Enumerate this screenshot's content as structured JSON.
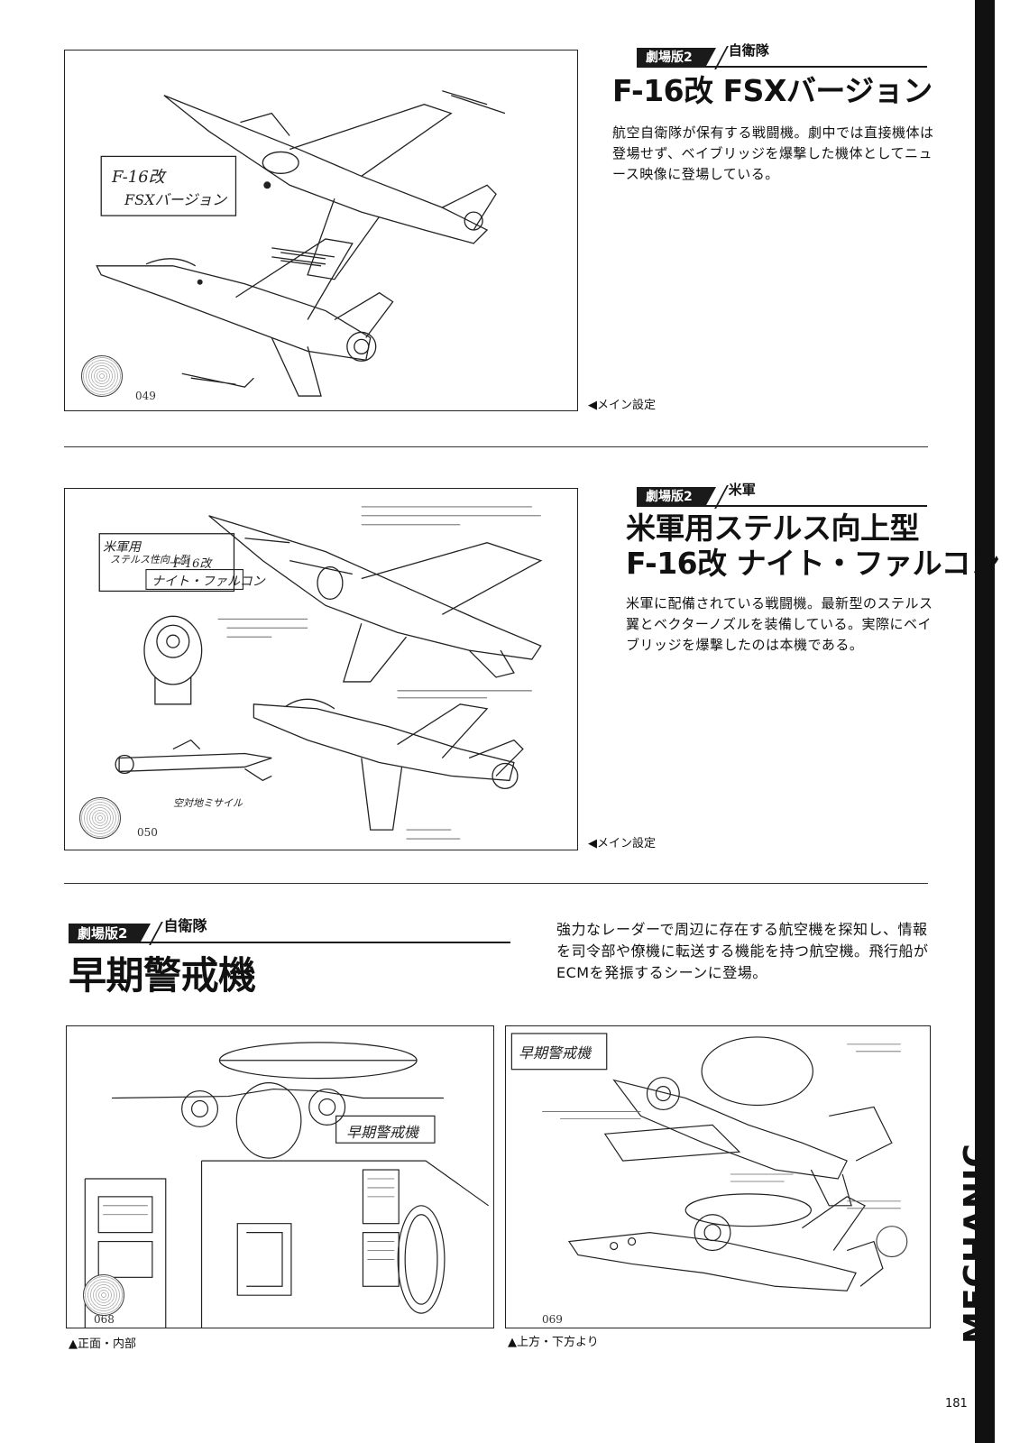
{
  "section1": {
    "tag": "劇場版2",
    "category": "自衛隊",
    "title": "F-16改 FSXバージョン",
    "description": "航空自衛隊が保有する戦闘機。劇中では直接機体は登場せず、ベイブリッジを爆撃した機体としてニュース映像に登場している。",
    "caption": "◀メイン設定",
    "image_number": "049",
    "handwritten_label_1": "F-16改",
    "handwritten_label_2": "FSXバージョン"
  },
  "section2": {
    "tag": "劇場版2",
    "category": "米軍",
    "title_line1": "米軍用ステルス向上型",
    "title_line2": "F-16改 ナイト・ファルコン",
    "description": "米軍に配備されている戦闘機。最新型のステルス翼とベクターノズルを装備している。実際にベイブリッジを爆撃したのは本機である。",
    "caption": "◀メイン設定",
    "image_number": "050",
    "handwritten_label_1": "米軍用",
    "handwritten_label_2": "ステルス性向上型",
    "handwritten_label_3": "F-16改",
    "handwritten_label_4": "ナイト・ファルコン",
    "handwritten_note": "空対地ミサイル"
  },
  "section3": {
    "tag": "劇場版2",
    "category": "自衛隊",
    "title": "早期警戒機",
    "description": "強力なレーダーで周辺に存在する航空機を探知し、情報を司令部や僚機に転送する機能を持つ航空機。飛行船がECMを発振するシーンに登場。",
    "caption_left": "▲正面・内部",
    "caption_right": "▲上方・下方より",
    "image_number_left": "068",
    "image_number_right": "069",
    "handwritten_label_left": "早期警戒機",
    "handwritten_label_right": "早期警戒機"
  },
  "sidebar_label": "MECHANIC",
  "page_number": "181"
}
